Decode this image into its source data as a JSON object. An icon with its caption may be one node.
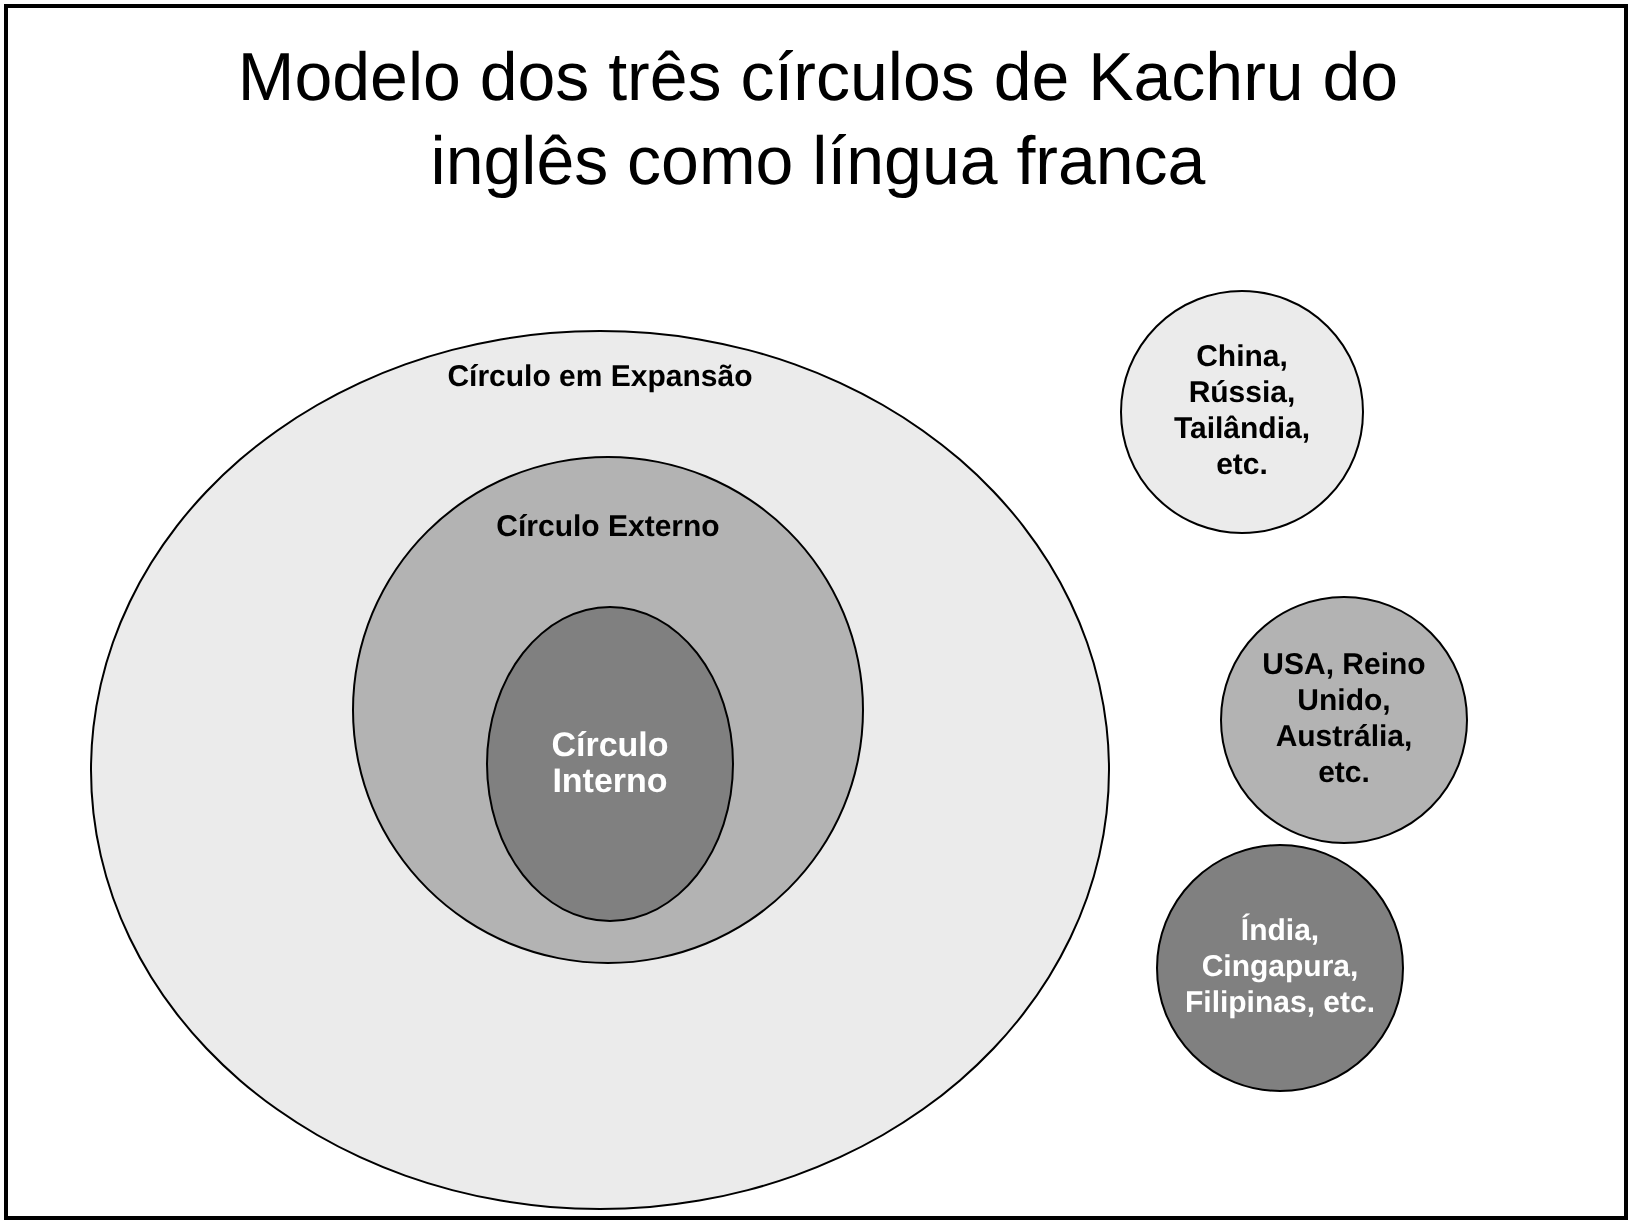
{
  "diagram": {
    "title": "Modelo dos três círculos de Kachru do inglês como língua franca",
    "nodes": [
      {
        "text": [
          "Círculo em Expansão"
        ]
      },
      {
        "text": [
          "Círculo Externo"
        ],
        "in": 0
      },
      {
        "text": [
          "Círculo Interno"
        ],
        "in": 1
      },
      {
        "text": [
          "China, Rússia, Tailândia, etc."
        ]
      },
      {
        "text": [
          "USA, Reino Unido, Austrália, etc."
        ]
      },
      {
        "text": [
          "Índia, Cingapura, Filipinas, etc."
        ]
      }
    ],
    "edges": []
  }
}
